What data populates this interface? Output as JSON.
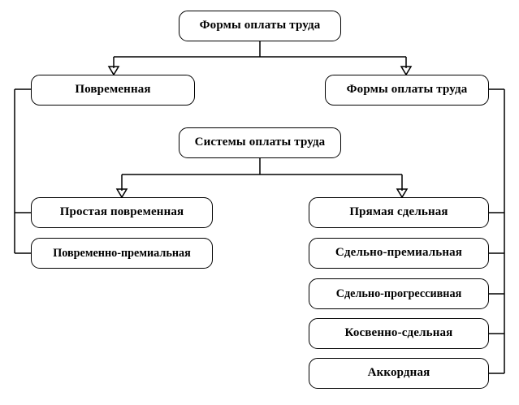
{
  "diagram": {
    "title_node": {
      "label": "Формы оплаты труда"
    },
    "row2": {
      "left": {
        "label": "Повременная"
      },
      "right": {
        "label": "Формы оплаты труда"
      }
    },
    "systems_node": {
      "label": "Системы оплаты труда"
    },
    "left_branch": [
      {
        "label": "Простая повременная"
      },
      {
        "label": "Повременно-премиальная"
      }
    ],
    "right_branch": [
      {
        "label": "Прямая сдельная"
      },
      {
        "label": "Сдельно-премиальная"
      },
      {
        "label": "Сдельно-прогрессивная"
      },
      {
        "label": "Косвенно-сдельная"
      },
      {
        "label": "Аккордная"
      }
    ],
    "colors": {
      "background": "#ffffff",
      "stroke": "#000000",
      "text": "#000000"
    }
  }
}
